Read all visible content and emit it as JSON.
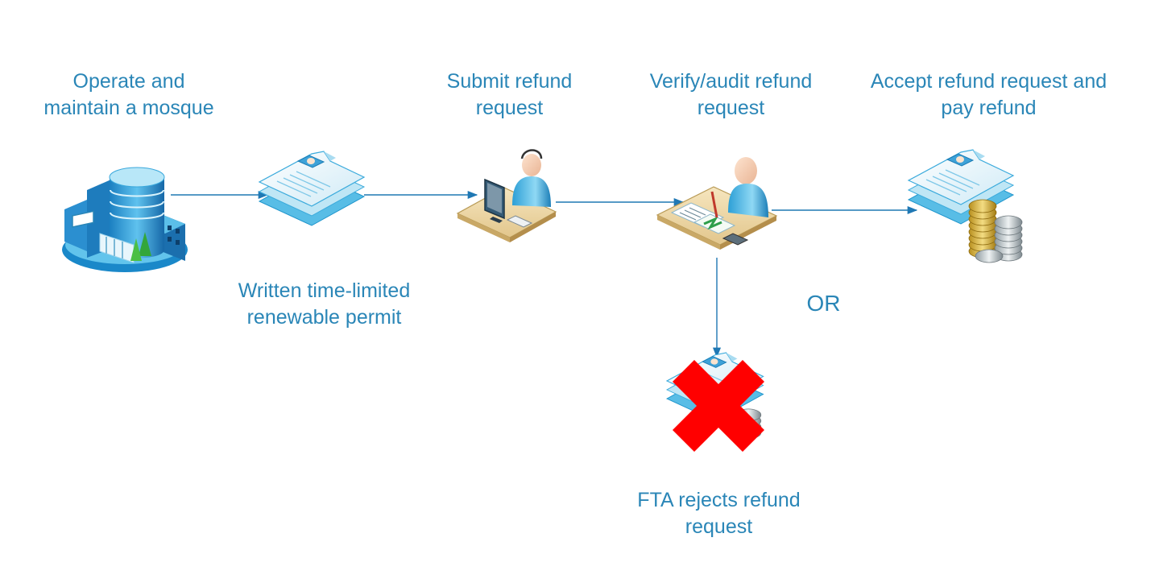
{
  "labels": {
    "mosque": [
      "Operate and",
      "maintain a mosque"
    ],
    "permit": [
      "Written time-limited",
      "renewable permit"
    ],
    "submit": [
      "Submit refund",
      "request"
    ],
    "verify": [
      "Verify/audit refund",
      "request"
    ],
    "accept": [
      "Accept refund request and",
      "pay refund"
    ],
    "or": "OR",
    "reject": [
      "FTA rejects refund",
      "request"
    ]
  },
  "colors": {
    "text": "#2a86b7",
    "arrow": "#1f78b4",
    "reject_cross": "#ff0000"
  },
  "icons": [
    "building-icon",
    "permit-document-icon",
    "operator-desk-icon",
    "auditor-desk-icon",
    "refund-payment-icon",
    "rejected-refund-icon",
    "reject-cross-icon"
  ]
}
